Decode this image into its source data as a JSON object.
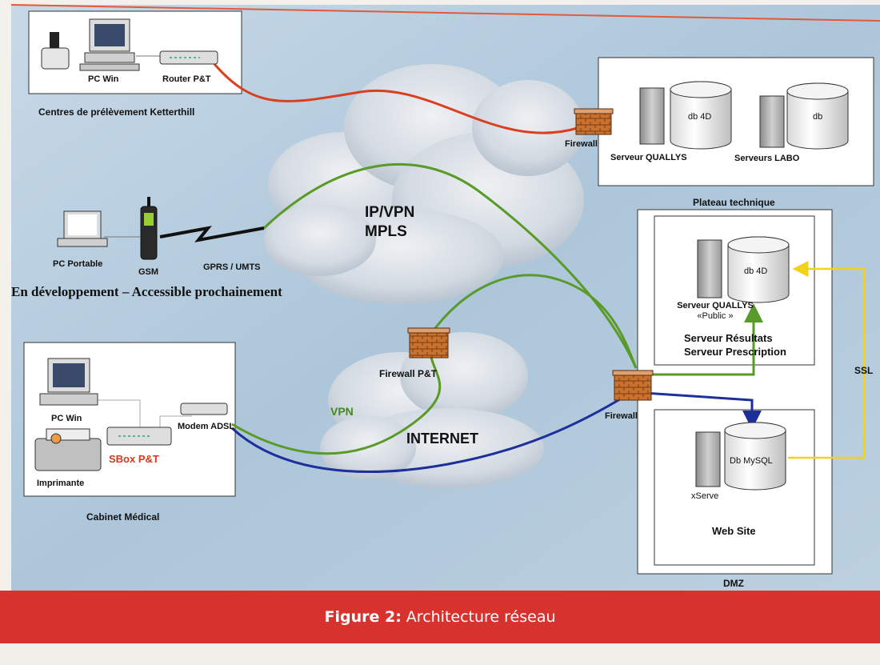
{
  "diagram": {
    "clinic_sites": {
      "group_label": "Centres de prélèvement Ketterthill",
      "pc": "PC Win",
      "router": "Router P&T"
    },
    "technical_platform": {
      "group_label": "Plateau technique",
      "firewall": "Firewall",
      "server1_db": "db 4D",
      "server1_label": "Serveur QUALLYS",
      "server2_db": "db",
      "server2_label": "Serveurs LABO"
    },
    "mobile": {
      "laptop": "PC Portable",
      "phone": "GSM",
      "link": "GPRS / UMTS",
      "note": "En développement – Accessible prochainement"
    },
    "clouds": {
      "mpls_line1": "IP/VPN",
      "mpls_line2": "MPLS",
      "internet": "INTERNET"
    },
    "middle": {
      "firewall": "Firewall P&T",
      "vpn": "VPN"
    },
    "doctor_office": {
      "group_label": "Cabinet Médical",
      "pc": "PC Win",
      "printer": "Imprimante",
      "sbox": "SBox P&T",
      "modem": "Modem ADSL"
    },
    "public_zone": {
      "server_db": "db 4D",
      "server_label_line1": "Serveur QUALLYS",
      "server_label_line2": "«Public »",
      "roles_line1": "Serveur Résultats",
      "roles_line2": "Serveur Prescription",
      "firewall": "Firewall"
    },
    "dmz": {
      "group_label": "DMZ",
      "server_db": "Db MySQL",
      "server_label": "xServe",
      "site": "Web Site"
    },
    "ssl": "SSL"
  },
  "caption": {
    "bold": "Figure 2:",
    "text": "Architecture réseau"
  },
  "colors": {
    "background_blue": "#b8cfe0",
    "caption_red": "#d8322e",
    "link_red": "#d9401f",
    "link_green": "#5a9a28",
    "link_blue": "#1c2f9a",
    "link_yellow": "#f2d21a",
    "firewall_brick": "#c9712e"
  }
}
